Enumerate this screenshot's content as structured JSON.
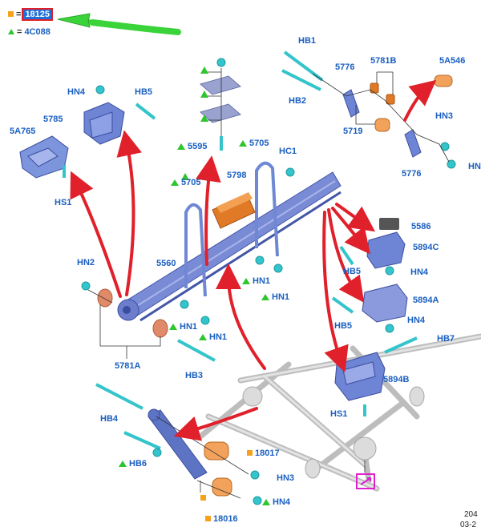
{
  "legend": {
    "square_code": "18125",
    "triangle_code": "4C088",
    "equals": "="
  },
  "labels": {
    "hb1": "HB1",
    "hb2": "HB2",
    "l5776a": "5776",
    "l5781b": "5781B",
    "l5a546": "5A546",
    "l5719": "5719",
    "hn3_top": "HN3",
    "l5776b": "5776",
    "hn_right": "HN",
    "hn4_a": "HN4",
    "hb5_a": "HB5",
    "l5785": "5785",
    "l5a765": "5A765",
    "hs1_a": "HS1",
    "l5595": "5595",
    "l5705a": "5705",
    "hc1": "HC1",
    "l5798": "5798",
    "l5705b": "5705",
    "l5586": "5586",
    "l5894c": "5894C",
    "hb5_b": "HB5",
    "hn4_b": "HN4",
    "hn2": "HN2",
    "l5560": "5560",
    "hn1_a": "HN1",
    "hn1_b": "HN1",
    "hn1_c": "HN1",
    "hn1_d": "HN1",
    "l5894a": "5894A",
    "hb5_c": "HB5",
    "hn4_c": "HN4",
    "hb7": "HB7",
    "l5781a": "5781A",
    "hb3": "HB3",
    "l5894b": "5894B",
    "hs1_b": "HS1",
    "hb4": "HB4",
    "l18017": "18017",
    "hb6": "HB6",
    "hn3_b": "HN3",
    "l18016": "18016",
    "hn4_d": "HN4"
  },
  "corner": {
    "line1": "204",
    "line2": "03-2"
  },
  "colors": {
    "label_blue": "#1a5fc0",
    "arrow_red": "#e0202a",
    "arrow_green": "#3ad43a",
    "part_blue": "#6f82cf",
    "fastener_teal": "#2fc2c9",
    "bushing_orange": "#e98a3a",
    "square_orange": "#f5a21b",
    "triangle_green": "#2ec52e",
    "frame_gray": "#c9c9c9",
    "locator_magenta": "#e020d0"
  }
}
